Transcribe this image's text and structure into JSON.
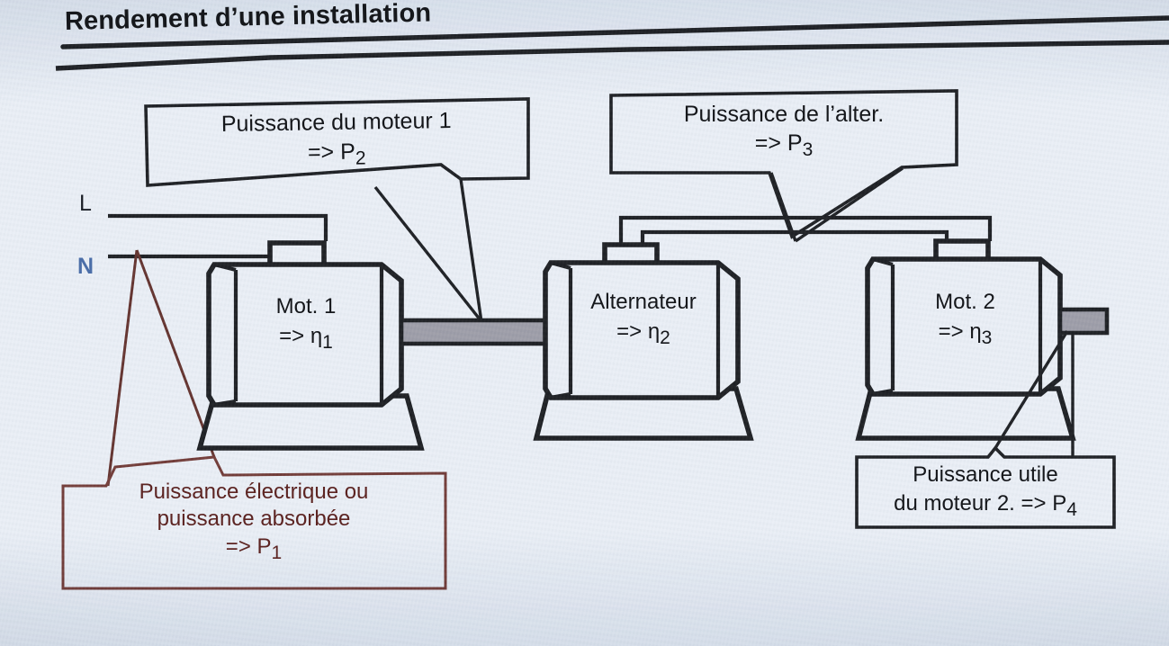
{
  "page": {
    "title": "Rendement d’une installation",
    "background_color": "#e9eef5",
    "ink_color": "#15171b",
    "accent_red": "#5c2422",
    "accent_blue": "#4b6ea8",
    "shaft_color": "#9a9aa5"
  },
  "terminals": {
    "line_label": "L",
    "neutral_label": "N"
  },
  "callouts": {
    "motor1_power": {
      "line1": "Puissance du moteur 1",
      "line2_prefix": "=> P",
      "line2_sub": "2"
    },
    "alternator_power": {
      "line1": "Puissance de l’alter.",
      "line2_prefix": "=> P",
      "line2_sub": "3"
    },
    "absorbed_power": {
      "line1": "Puissance électrique ou",
      "line2": "puissance absorbée",
      "line3_prefix": "=> P",
      "line3_sub": "1"
    },
    "useful_power": {
      "line1": "Puissance utile",
      "line2_prefix": "du moteur 2. => P",
      "line2_sub": "4"
    }
  },
  "machines": [
    {
      "name": "motor-1",
      "label": "Mot. 1",
      "eff_prefix": "=> η",
      "eff_sub": "1"
    },
    {
      "name": "alternator",
      "label": "Alternateur",
      "eff_prefix": "=> η",
      "eff_sub": "2"
    },
    {
      "name": "motor-2",
      "label": "Mot. 2",
      "eff_prefix": "=> η",
      "eff_sub": "3"
    }
  ],
  "diagram_data": {
    "type": "block-flow-diagram",
    "description": "Chaîne de conversion d’énergie : réseau (L,N) → Mot. 1 → Alternateur → Mot. 2 → charge",
    "stages": [
      {
        "power": "P1",
        "meaning": "Puissance électrique ou puissance absorbée",
        "position": "entrée réseau L/N"
      },
      {
        "power": "P2",
        "meaning": "Puissance du moteur 1",
        "position": "arbre Mot.1 → Alternateur",
        "efficiency": "η1"
      },
      {
        "power": "P3",
        "meaning": "Puissance de l’alter.",
        "position": "sortie électrique alternateur",
        "efficiency": "η2"
      },
      {
        "power": "P4",
        "meaning": "Puissance utile du moteur 2",
        "position": "arbre sortie Mot.2",
        "efficiency": "η3"
      }
    ]
  }
}
